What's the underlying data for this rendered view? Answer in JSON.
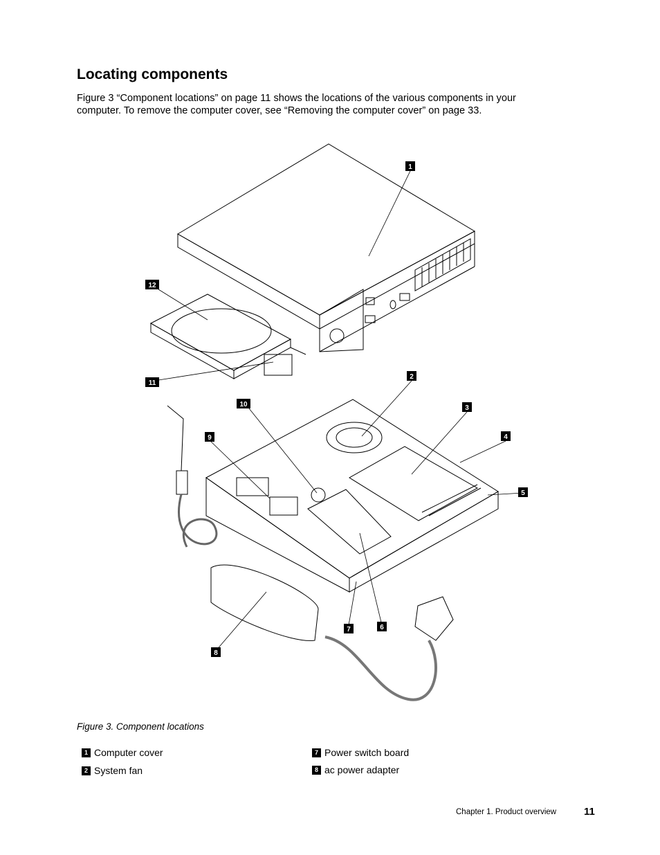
{
  "section": {
    "title": "Locating components",
    "intro_line1": "Figure 3 “Component locations” on page 11 shows the locations of the various components in your",
    "intro_line2": "computer. To remove the computer cover, see “Removing the computer cover” on page 33."
  },
  "figure": {
    "callouts": [
      "1",
      "2",
      "3",
      "4",
      "5",
      "6",
      "7",
      "8",
      "9",
      "10",
      "11",
      "12"
    ],
    "caption": "Figure 3.  Component locations"
  },
  "legend": [
    {
      "num": "1",
      "label": "Computer cover"
    },
    {
      "num": "2",
      "label": "System fan"
    },
    {
      "num": "7",
      "label": "Power switch board"
    },
    {
      "num": "8",
      "label": "ac power adapter"
    }
  ],
  "footer": {
    "chapter": "Chapter 1.  Product overview",
    "page": "11"
  }
}
